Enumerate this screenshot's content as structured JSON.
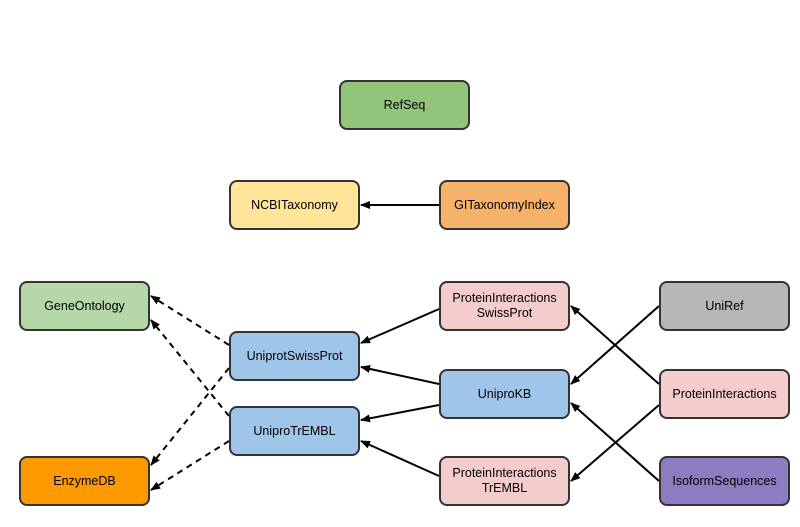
{
  "colors": {
    "green": "#92c47c",
    "yellow": "#ffe499",
    "orange": "#f6b26b",
    "light_green": "#b6d7a8",
    "blue": "#9fc5e8",
    "pink": "#f4cccc",
    "gray": "#b7b7b7",
    "dark_orange": "#ff9900",
    "purple": "#8e7cc3",
    "edge": "#000000"
  },
  "nodes": {
    "refseq": {
      "label": "RefSeq"
    },
    "ncbi_taxonomy": {
      "label": "NCBITaxonomy"
    },
    "gi_taxonomy_index": {
      "label": "GITaxonomyIndex"
    },
    "gene_ontology": {
      "label": "GeneOntology"
    },
    "enzyme_db": {
      "label": "EnzymeDB"
    },
    "uniprot_swissprot": {
      "label": "UniprotSwissProt"
    },
    "unipro_trembl": {
      "label": "UniproTrEMBL"
    },
    "protein_interactions_swissprot": {
      "line1": "ProteinInteractions",
      "line2": "SwissProt"
    },
    "uniprokb": {
      "label": "UniproKB"
    },
    "protein_interactions_trembl": {
      "line1": "ProteinInteractions",
      "line2": "TrEMBL"
    },
    "uniref": {
      "label": "UniRef"
    },
    "protein_interactions": {
      "label": "ProteinInteractions"
    },
    "isoform_sequences": {
      "label": "IsoformSequences"
    }
  },
  "edges": [
    {
      "from": "gi_taxonomy_index",
      "to": "ncbi_taxonomy",
      "style": "solid"
    },
    {
      "from": "uniprot_swissprot",
      "to": "gene_ontology",
      "style": "dashed"
    },
    {
      "from": "unipro_trembl",
      "to": "gene_ontology",
      "style": "dashed"
    },
    {
      "from": "uniprot_swissprot",
      "to": "enzyme_db",
      "style": "dashed"
    },
    {
      "from": "unipro_trembl",
      "to": "enzyme_db",
      "style": "dashed"
    },
    {
      "from": "protein_interactions_swissprot",
      "to": "uniprot_swissprot",
      "style": "solid"
    },
    {
      "from": "uniprokb",
      "to": "uniprot_swissprot",
      "style": "solid"
    },
    {
      "from": "uniprokb",
      "to": "unipro_trembl",
      "style": "solid"
    },
    {
      "from": "protein_interactions_trembl",
      "to": "unipro_trembl",
      "style": "solid"
    },
    {
      "from": "uniref",
      "to": "uniprokb",
      "style": "solid"
    },
    {
      "from": "protein_interactions",
      "to": "protein_interactions_swissprot",
      "style": "solid"
    },
    {
      "from": "protein_interactions",
      "to": "protein_interactions_trembl",
      "style": "solid"
    },
    {
      "from": "isoform_sequences",
      "to": "uniprokb",
      "style": "solid"
    }
  ]
}
